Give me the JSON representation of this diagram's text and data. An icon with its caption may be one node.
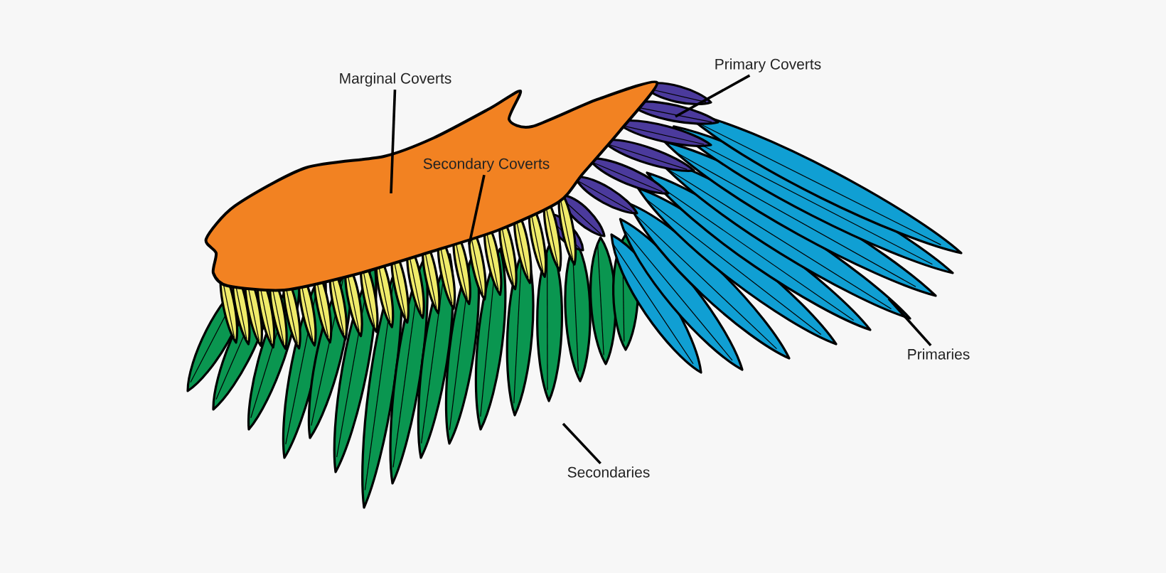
{
  "diagram": {
    "nodes": [
      {
        "text": [
          "Marginal Coverts"
        ]
      },
      {
        "text": [
          "Primary Coverts"
        ]
      },
      {
        "text": [
          "Secondary Coverts"
        ]
      },
      {
        "text": [
          "Primaries"
        ]
      },
      {
        "text": [
          "Secondaries"
        ]
      }
    ],
    "edges": [
      {
        "from": 0,
        "to": null,
        "arrow": "none"
      },
      {
        "from": 1,
        "to": null,
        "arrow": "none"
      },
      {
        "from": 2,
        "to": null,
        "arrow": "none"
      },
      {
        "from": 3,
        "to": null,
        "arrow": "none"
      },
      {
        "from": 4,
        "to": null,
        "arrow": "none"
      }
    ]
  }
}
